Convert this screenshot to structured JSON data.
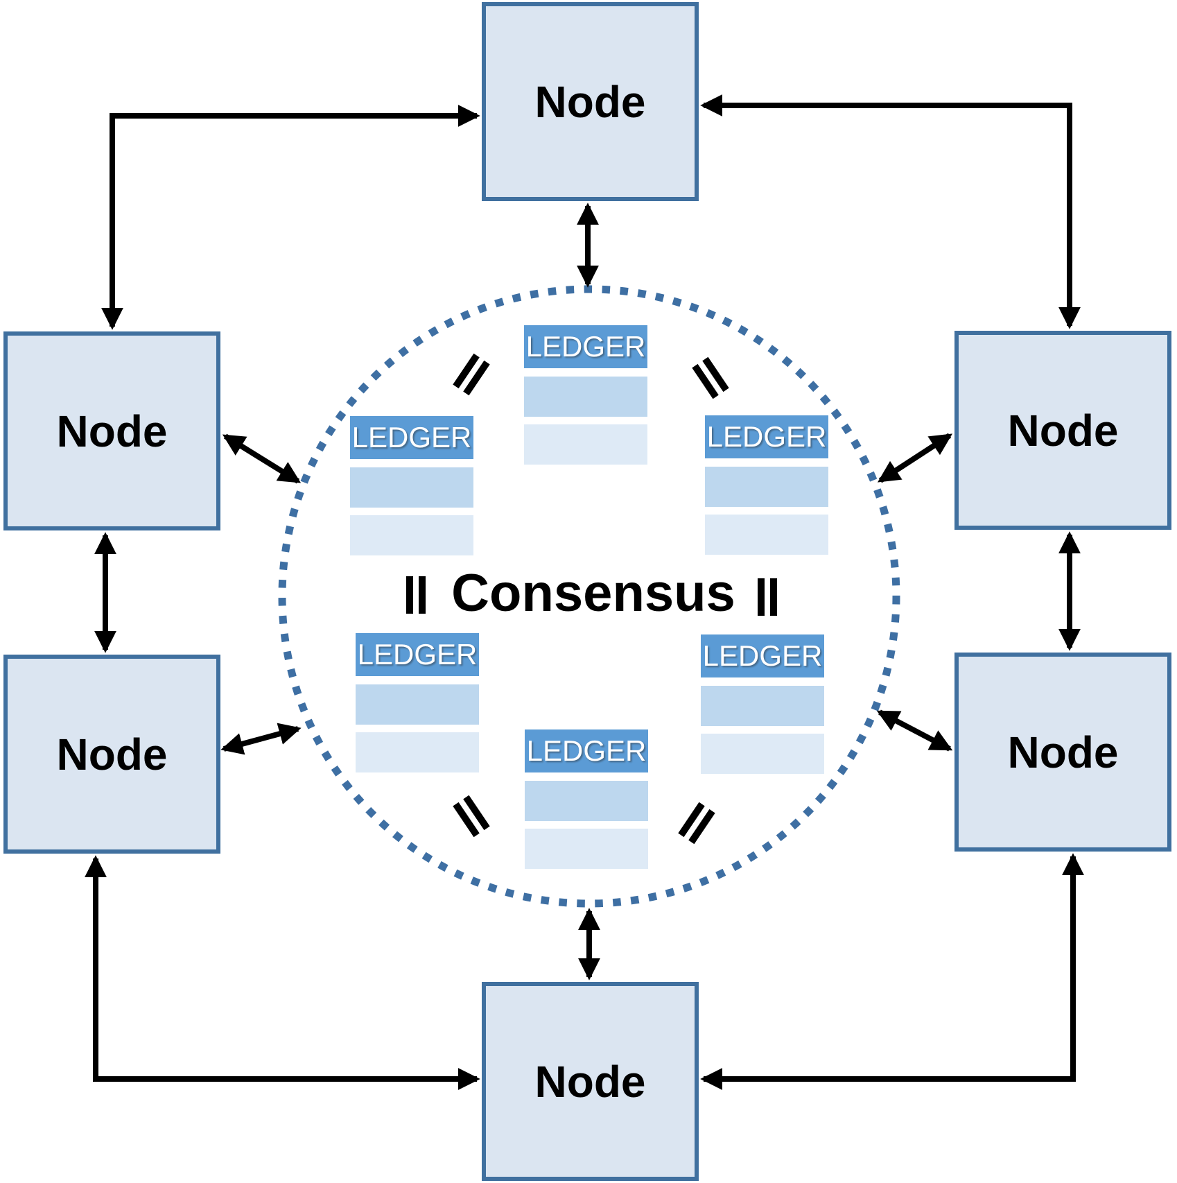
{
  "diagram": {
    "consensus_label": "Consensus",
    "equals_symbol": "=",
    "nodes": [
      {
        "id": "top",
        "label": "Node"
      },
      {
        "id": "upper-left",
        "label": "Node"
      },
      {
        "id": "upper-right",
        "label": "Node"
      },
      {
        "id": "lower-left",
        "label": "Node"
      },
      {
        "id": "lower-right",
        "label": "Node"
      },
      {
        "id": "bottom",
        "label": "Node"
      }
    ],
    "ledgers": [
      {
        "id": "top",
        "label": "LEDGER"
      },
      {
        "id": "mid-left",
        "label": "LEDGER"
      },
      {
        "id": "mid-right",
        "label": "LEDGER"
      },
      {
        "id": "lower-left",
        "label": "LEDGER"
      },
      {
        "id": "lower-right",
        "label": "LEDGER"
      },
      {
        "id": "bottom",
        "label": "LEDGER"
      }
    ],
    "colors": {
      "node_fill": "#dbe5f1",
      "node_border": "#40709f",
      "ledger_header": "#5b9bd5",
      "ledger_row_medium": "#bdd7ee",
      "ledger_row_light": "#deeaf6",
      "ledger_text": "#ffffff",
      "circle_dot": "#3e6fa3",
      "connector": "#000000",
      "label_text": "#000000"
    }
  }
}
